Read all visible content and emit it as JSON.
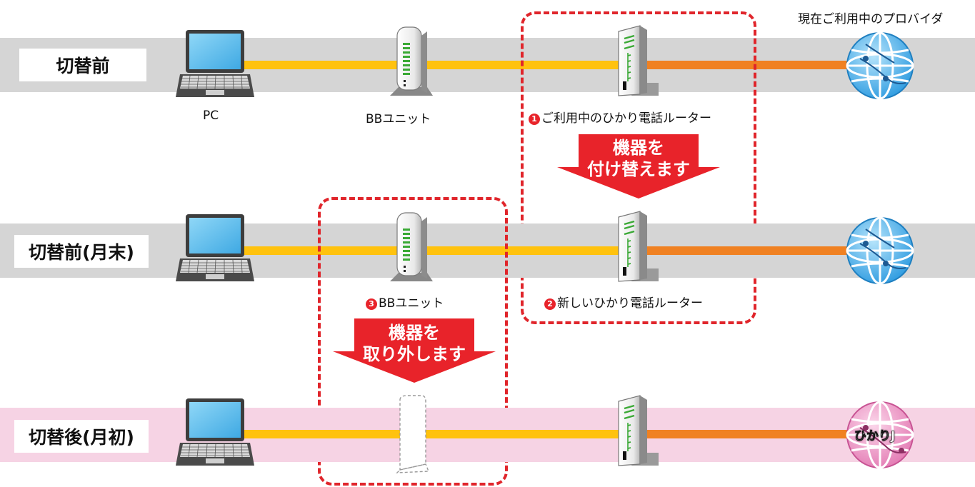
{
  "rows": [
    {
      "label": "切替前"
    },
    {
      "label": "切替前(月末)"
    },
    {
      "label": "切替後(月初)"
    }
  ],
  "captions": {
    "provider": "現在ご利用中のプロバイダ",
    "pc": "PC",
    "bb_unit": "BBユニット",
    "current_router": "ご利用中のひかり電話ルーター",
    "bb_unit_3": "BBユニット",
    "new_router": "新しいひかり電話ルーター"
  },
  "markers": {
    "one": "1",
    "two": "2",
    "three": "3"
  },
  "arrows": {
    "replace_line1": "機器を",
    "replace_line2": "付け替えます",
    "remove_line1": "機器を",
    "remove_line2": "取り外します"
  },
  "globe_label_hikari_j": "ひかりJ",
  "colors": {
    "band_gray": "#d5d5d5",
    "band_pink": "#f6d3e4",
    "cable_yellow": "#ffc20e",
    "cable_orange": "#f08122",
    "arrow_red": "#e8232a",
    "dash_red": "#e0252b",
    "globe_blue": "#2d9be0",
    "globe_pink": "#e880b8"
  }
}
